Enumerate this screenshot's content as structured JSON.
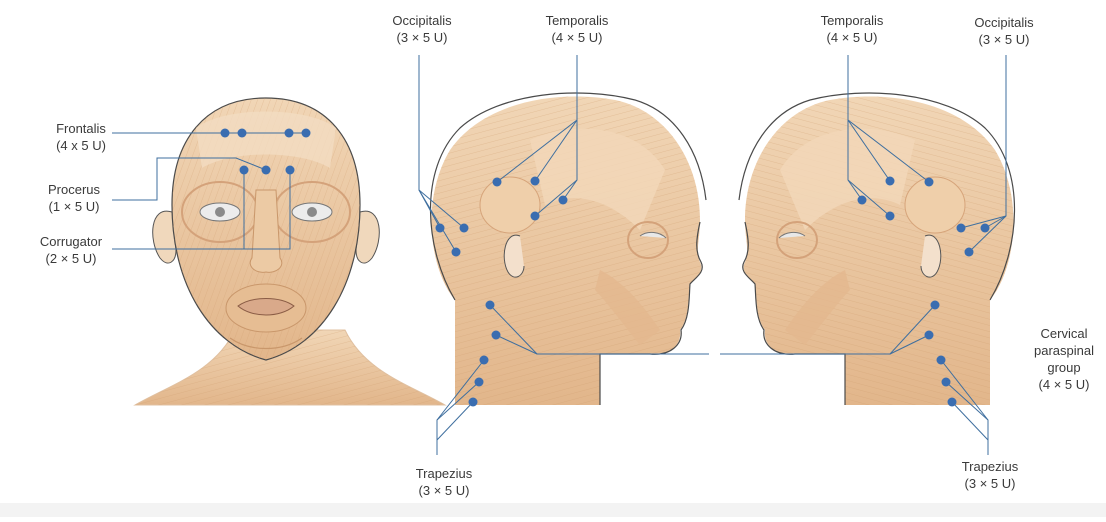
{
  "labels": {
    "frontalis": {
      "name": "Frontalis",
      "dose": "(4 x 5 U)"
    },
    "procerus": {
      "name": "Procerus",
      "dose": "(1 × 5 U)"
    },
    "corrugator": {
      "name": "Corrugator",
      "dose": "(2 × 5 U)"
    },
    "occipitalis_left": {
      "name": "Occipitalis",
      "dose": "(3 × 5 U)"
    },
    "temporalis_left": {
      "name": "Temporalis",
      "dose": "(4 × 5 U)"
    },
    "temporalis_right": {
      "name": "Temporalis",
      "dose": "(4 × 5 U)"
    },
    "occipitalis_right": {
      "name": "Occipitalis",
      "dose": "(3 × 5 U)"
    },
    "cervical": {
      "line1": "Cervical",
      "line2": "paraspinal",
      "line3": "group",
      "dose": "(4 × 5 U)"
    },
    "trapezius_left": {
      "name": "Trapezius",
      "dose": "(3 × 5 U)"
    },
    "trapezius_right": {
      "name": "Trapezius",
      "dose": "(3 × 5 U)"
    }
  },
  "colors": {
    "muscle": "#eccaa4",
    "muscle_dark": "#d8a67a",
    "outline": "#4a4a4a",
    "leader": "#3f6f9f",
    "dot": "#3a6db0",
    "label": "#3a3a3a"
  }
}
